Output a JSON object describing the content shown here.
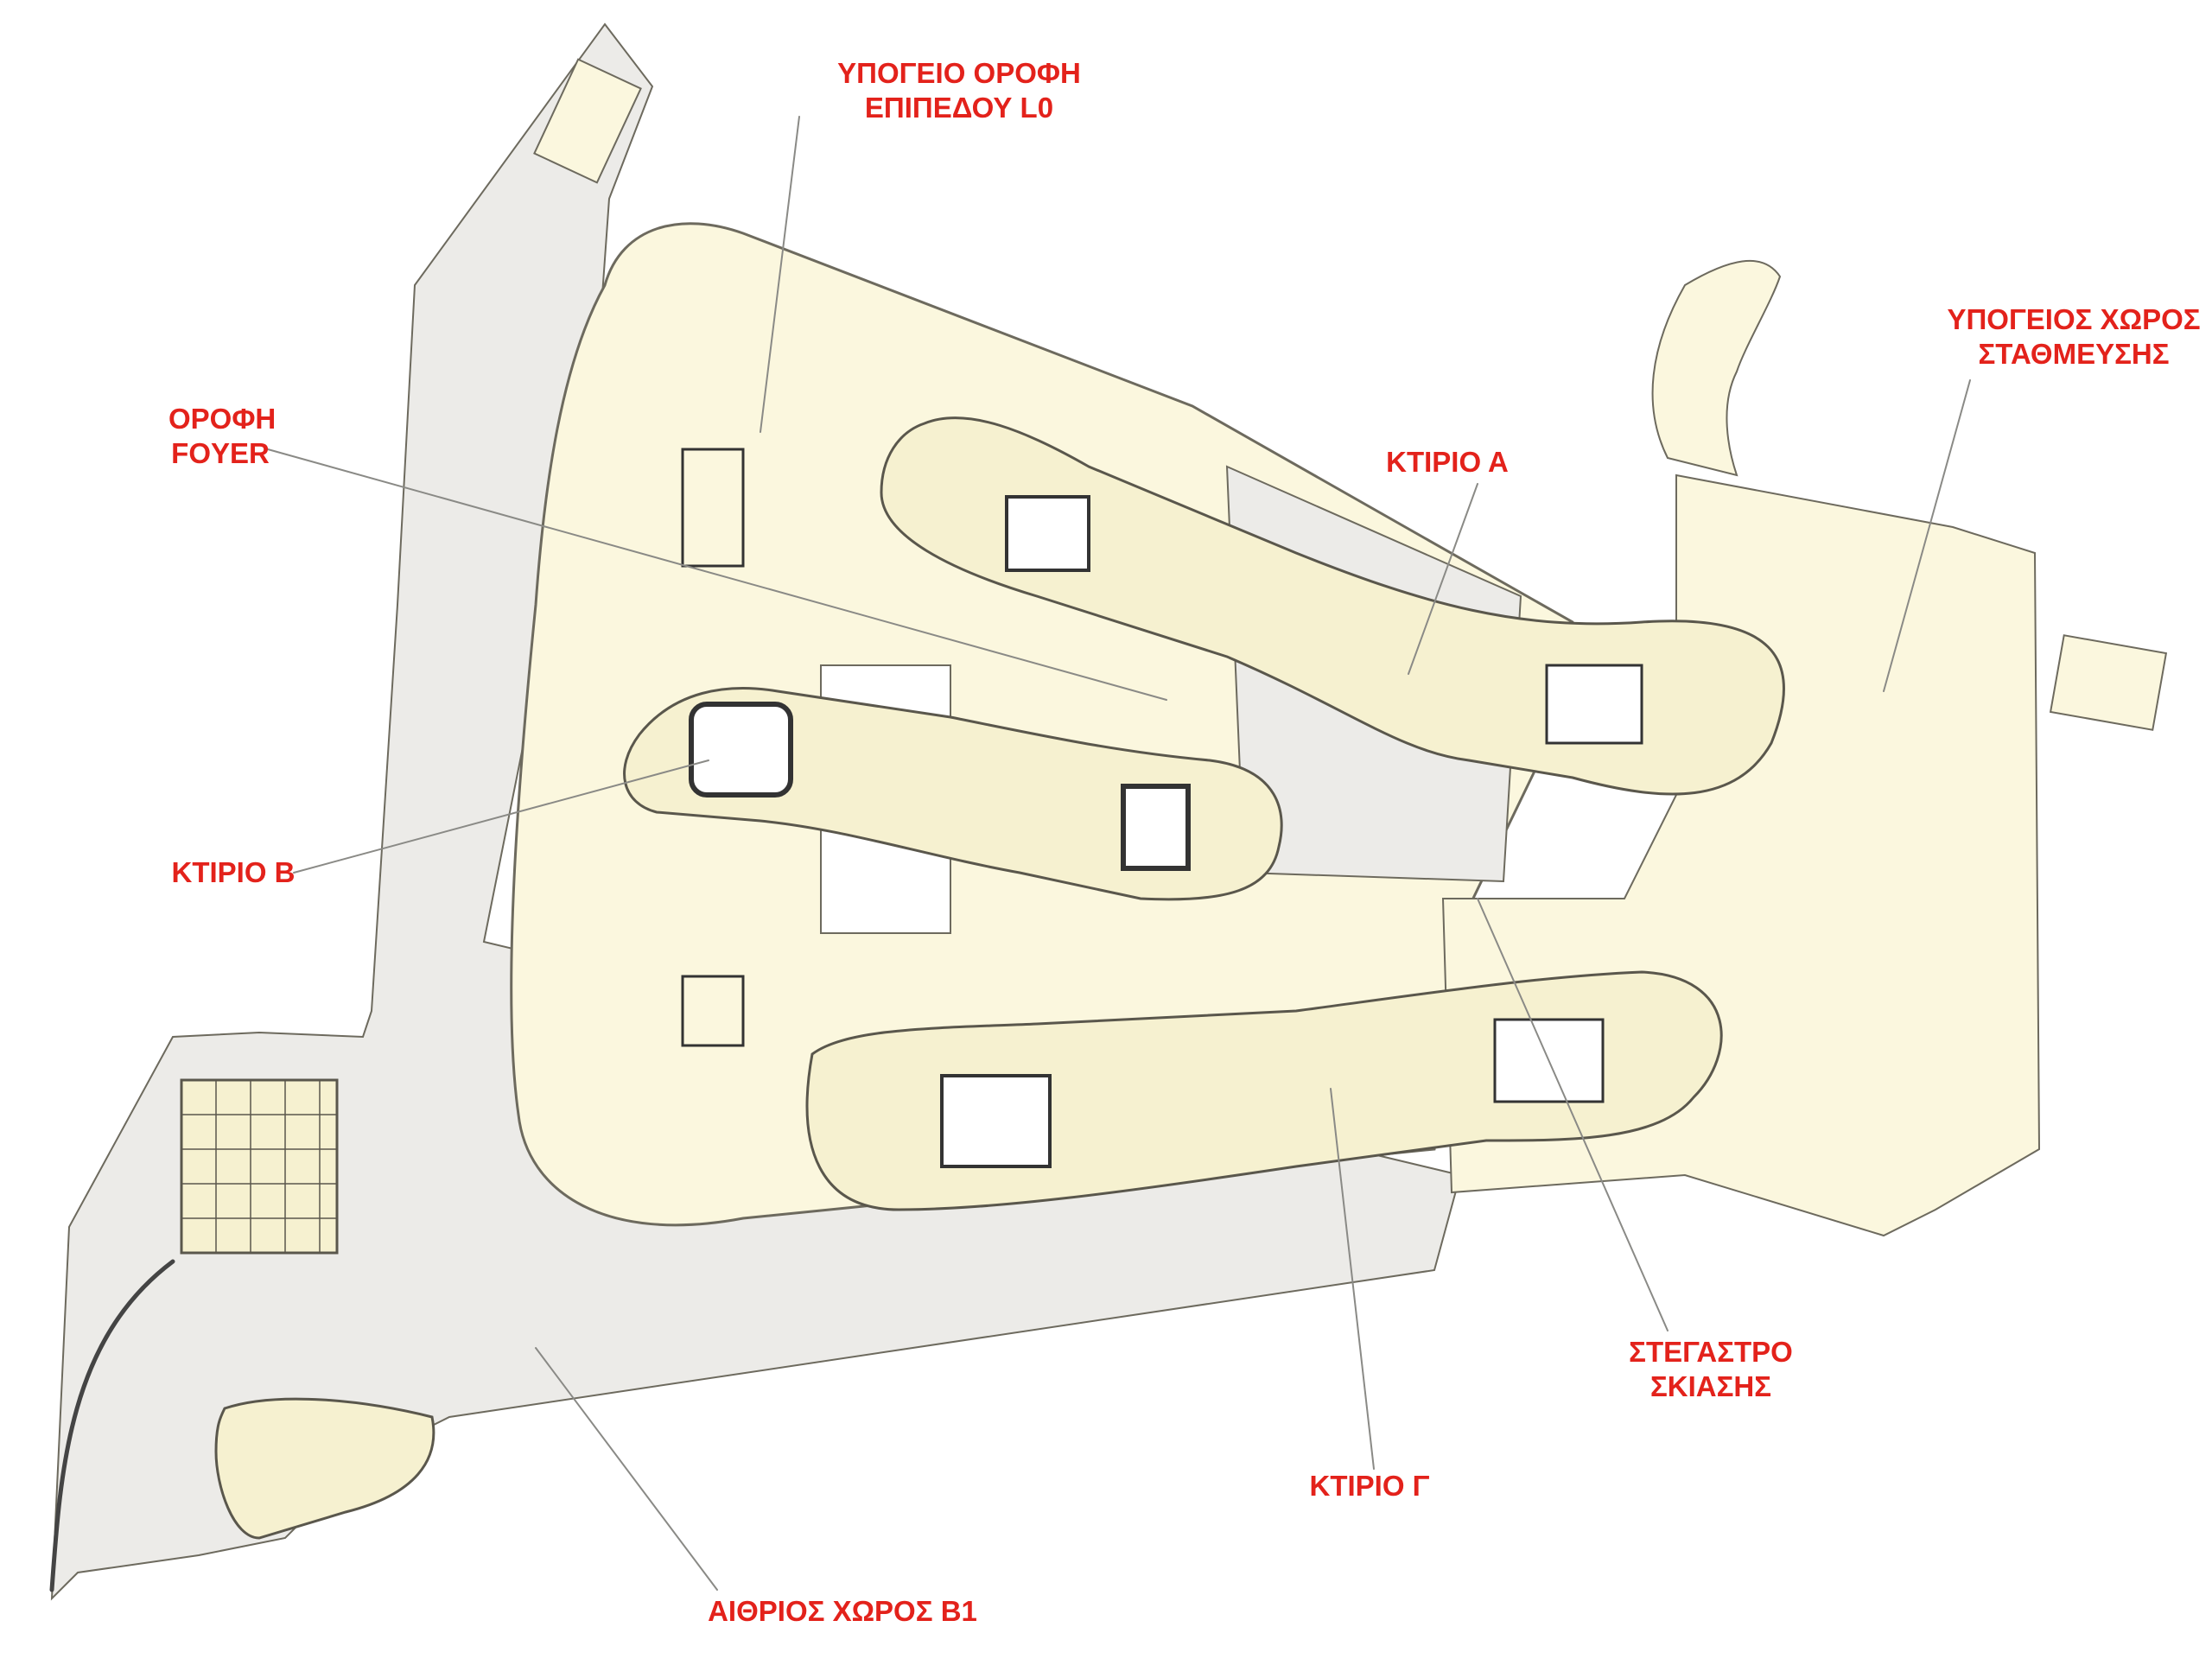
{
  "colors": {
    "label_red": "#e3221b",
    "plaza_fill": "#ecebe8",
    "building_fill": "#fbf7de",
    "outline": "#6d6a5e",
    "leader": "#8a8a86"
  },
  "labels": {
    "basement_roof": {
      "line1": "ΥΠΟΓΕΙΟ ΟΡΟΦΗ",
      "line2": "ΕΠΙΠΕΔΟΥ L0"
    },
    "foyer_roof": {
      "line1": "ΟΡΟΦΗ",
      "line2": "FOYER"
    },
    "building_a": {
      "line1": "ΚΤΙΡΙΟ Α"
    },
    "underground_parking": {
      "line1": "ΥΠΟΓΕΙΟΣ ΧΩΡΟΣ",
      "line2": "ΣΤΑΘΜΕΥΣΗΣ"
    },
    "building_b": {
      "line1": "ΚΤΙΡΙΟ Β"
    },
    "shading_canopy": {
      "line1": "ΣΤΕΓΑΣΤΡΟ",
      "line2": "ΣΚΙΑΣΗΣ"
    },
    "building_c": {
      "line1": "ΚΤΙΡΙΟ Γ"
    },
    "atrium_b1": {
      "line1": "ΑΙΘΡΙΟΣ ΧΩΡΟΣ Β1"
    }
  }
}
